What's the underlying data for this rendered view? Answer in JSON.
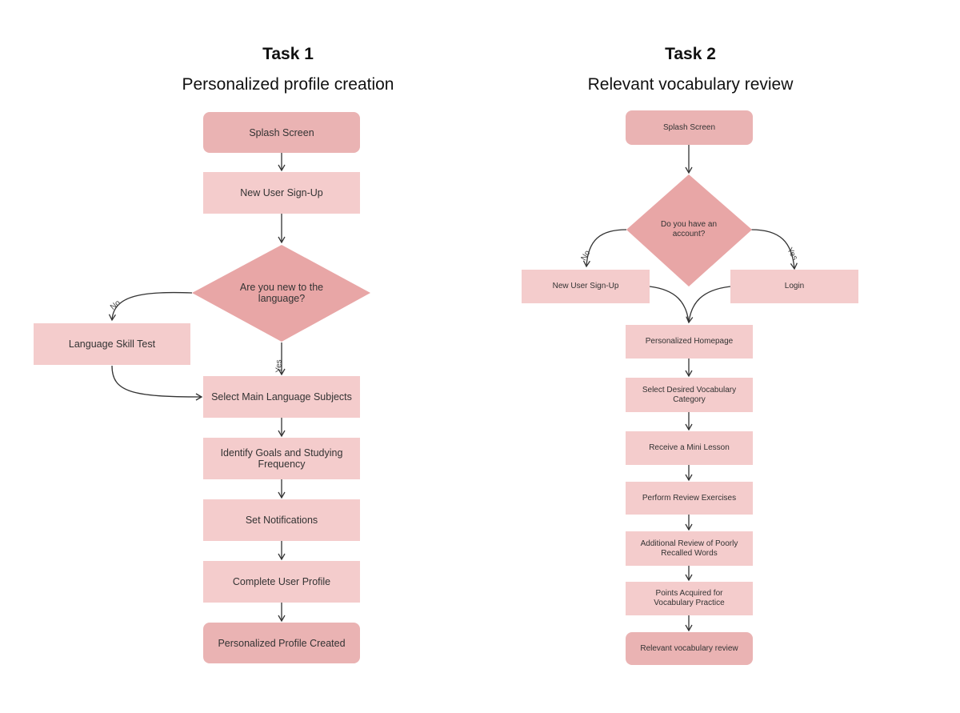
{
  "task1": {
    "heading": "Task 1",
    "subtitle": "Personalized profile creation",
    "splash": "Splash Screen",
    "signup": "New User Sign-Up",
    "question": "Are you new to the language?",
    "no_label": "No",
    "yes_label": "Yes",
    "skill_test": "Language Skill Test",
    "subjects": "Select Main Language Subjects",
    "goals": "Identify Goals and Studying Frequency",
    "notifications": "Set Notifications",
    "complete": "Complete User Profile",
    "created": "Personalized Profile Created"
  },
  "task2": {
    "heading": "Task 2",
    "subtitle": "Relevant vocabulary review",
    "splash": "Splash Screen",
    "question": "Do you have an account?",
    "no_label": "No",
    "yes_label": "Yes",
    "signup": "New User Sign-Up",
    "login": "Login",
    "homepage": "Personalized Homepage",
    "category": "Select Desired Vocabulary Category",
    "lesson": "Receive a Mini Lesson",
    "exercises": "Perform Review Exercises",
    "poorly": "Additional Review of Poorly Recalled Words",
    "points": "Points Acquired for Vocabulary Practice",
    "review": "Relevant vocabulary review"
  },
  "colors": {
    "terminal": "#eab3b3",
    "process": "#f4cccc",
    "decision": "#e8a6a6"
  }
}
